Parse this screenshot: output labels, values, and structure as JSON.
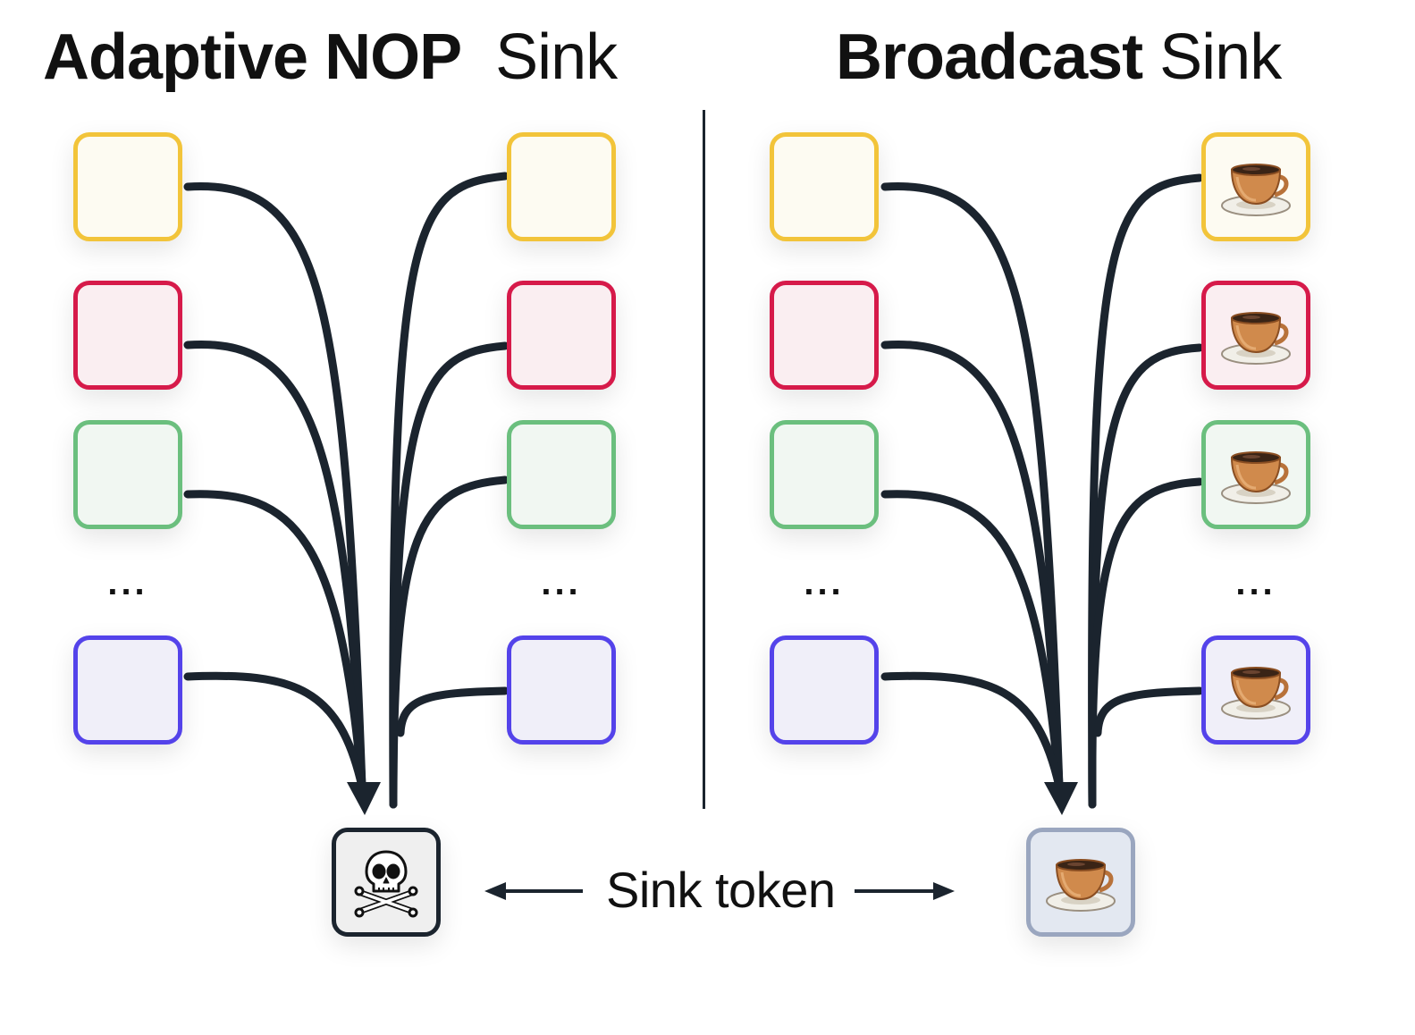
{
  "left_panel": {
    "title_bold": "Adaptive NOP",
    "title_regular": "Sink",
    "ellipsis_left": "...",
    "ellipsis_right": "...",
    "sink_icon": "skull-crossbones-icon"
  },
  "right_panel": {
    "title_bold": "Broadcast",
    "title_regular": "Sink",
    "ellipsis_left": "...",
    "ellipsis_right": "...",
    "sink_icon": "coffee-cup-icon",
    "token_icon": "coffee-cup-icon"
  },
  "center": {
    "sink_label": "Sink token"
  },
  "colors": {
    "yellow": "#f2c43a",
    "red": "#d61a4a",
    "green": "#6bbf7e",
    "blue": "#5443ea",
    "arrow": "#1b242e"
  }
}
